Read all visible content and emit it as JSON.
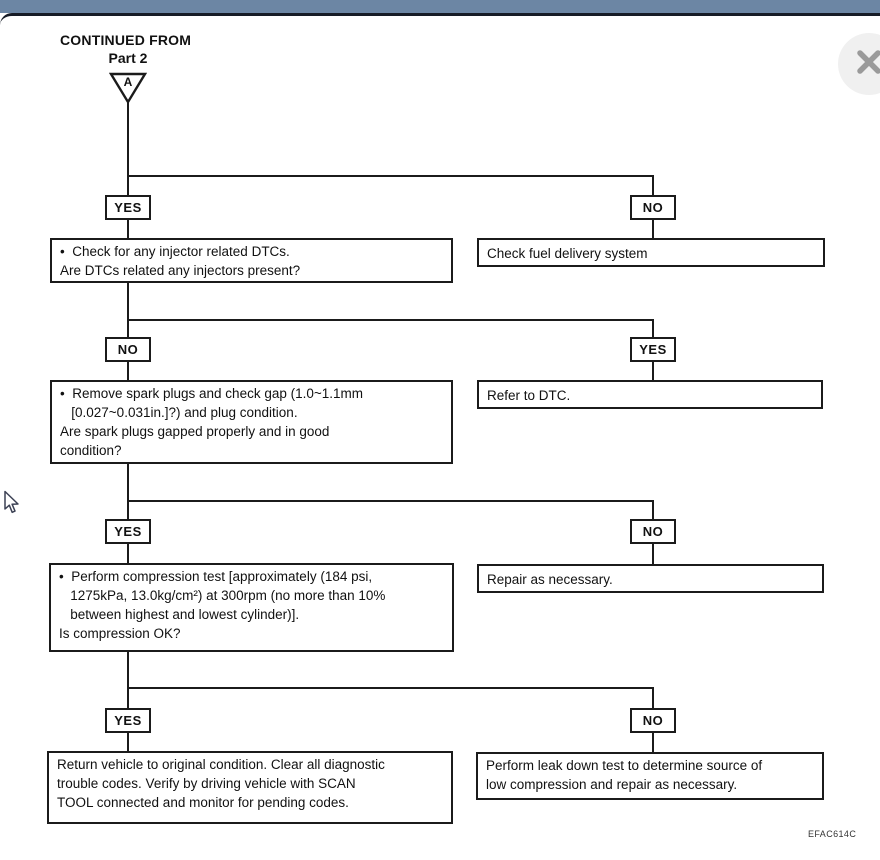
{
  "window": {
    "close_icon": "✕"
  },
  "header": {
    "continued_from": "CONTINUED FROM",
    "part_label": "Part 2",
    "connector_letter": "A"
  },
  "flowchart": {
    "rows": [
      {
        "branch_label_left": "YES",
        "left_text": "•  Check for any injector related DTCs.\nAre DTCs related any injectors present?",
        "branch_label_right": "NO",
        "right_text": "Check fuel delivery system"
      },
      {
        "branch_label_left": "NO",
        "left_text": "•  Remove spark plugs and check gap (1.0~1.1mm\n   [0.027~0.031in.]?) and plug condition.\nAre spark plugs gapped properly and in good\ncondition?",
        "branch_label_right": "YES",
        "right_text": "Refer to DTC."
      },
      {
        "branch_label_left": "YES",
        "left_text": "•  Perform compression test [approximately (184 psi,\n   1275kPa, 13.0kg/cm²) at 300rpm (no more than 10%\n   between highest and lowest cylinder)].\nIs compression OK?",
        "branch_label_right": "NO",
        "right_text": "Repair as necessary."
      },
      {
        "branch_label_left": "YES",
        "left_text": "Return vehicle to original condition. Clear all diagnostic\ntrouble codes. Verify by driving vehicle with SCAN\nTOOL connected and monitor for pending codes.",
        "branch_label_right": "NO",
        "right_text": "Perform leak down test to determine source of\nlow compression and repair as necessary."
      }
    ]
  },
  "footer": {
    "figure_code": "EFAC614C"
  },
  "colors": {
    "top_bar": "#6c86a4",
    "top_bar_border": "#161b26",
    "line": "#1b1b1b",
    "close_circle": "#f0f0f0",
    "close_x": "#9a9a9a"
  }
}
